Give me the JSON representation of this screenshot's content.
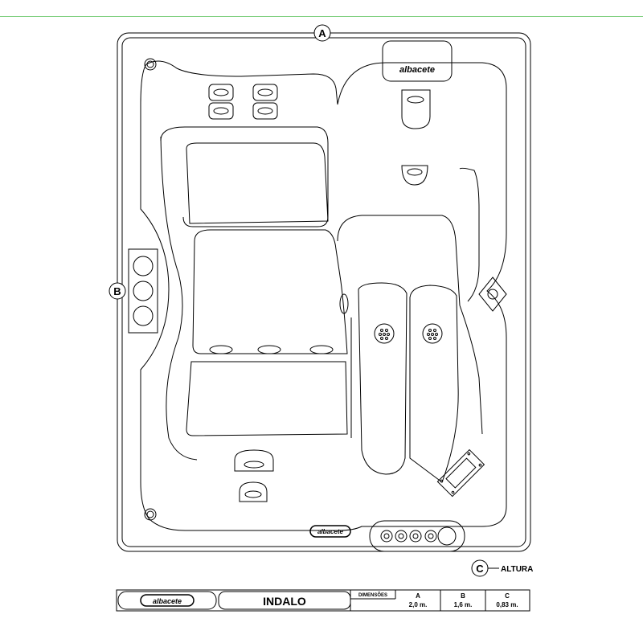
{
  "drawing": {
    "labels": {
      "a": "A",
      "b": "B",
      "c": "C",
      "altura": "ALTURA"
    },
    "logo_text": "albacete"
  },
  "title_block": {
    "brand": "albacete",
    "model": "INDALO",
    "dimensions_label": "DIMENSÕES",
    "columns": [
      {
        "key": "A",
        "value": "2,0 m."
      },
      {
        "key": "B",
        "value": "1,6 m."
      },
      {
        "key": "C",
        "value": "0,83 m."
      }
    ]
  }
}
